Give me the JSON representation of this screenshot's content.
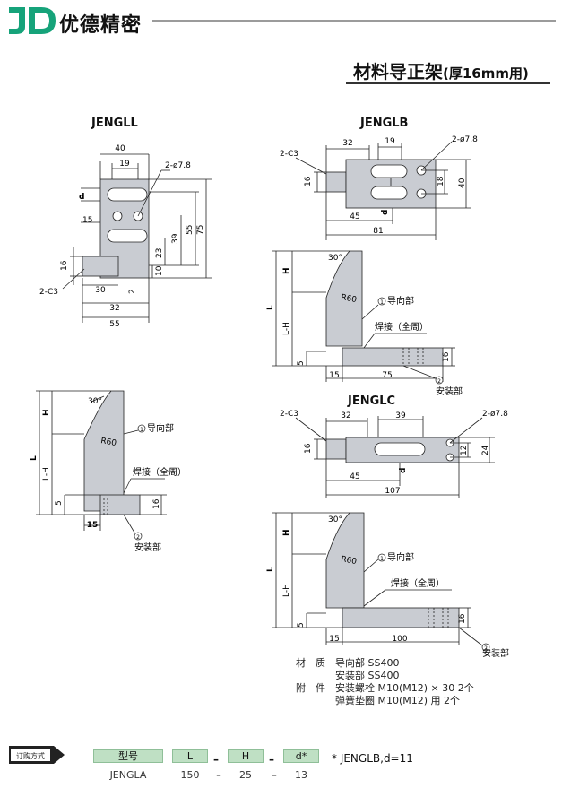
{
  "header": {
    "brand_name": "优德精密",
    "title_main": "材料导正架",
    "title_sub": "(厚16mm用)"
  },
  "models": {
    "jengll": "JENGLL",
    "jenglb": "JENGLB",
    "jenglc": "JENGLC"
  },
  "labels": {
    "chamfer": "2-C3",
    "hole": "2-ø7.8",
    "guide_part": "导向部",
    "weld": "焊接（全周）",
    "mount_part": "安装部",
    "radius": "R60",
    "angle": "30°",
    "callout_1": "1",
    "callout_2": "2"
  },
  "dims": {
    "d40": "40",
    "d19": "19",
    "d32": "32",
    "d15": "15",
    "d16": "16",
    "d30": "30",
    "d55": "55",
    "d39": "39",
    "d23": "23",
    "d10": "10",
    "d2": "2",
    "d75": "75",
    "d45": "45",
    "d81": "81",
    "d18": "18",
    "d5": "5",
    "d39b": "39",
    "d107": "107",
    "d12": "12",
    "d24": "24",
    "d100": "100",
    "d": "d",
    "H": "H",
    "L": "L",
    "LH": "L-H"
  },
  "specs": {
    "material_label": "材　质",
    "material_guide": "导向部 SS400",
    "material_mount": "安装部 SS400",
    "parts_label": "附　件",
    "parts_bolt": "安装螺栓  M10(M12) × 30  2个",
    "parts_washer": "弹簧垫圈  M10(M12) 用      2个"
  },
  "order": {
    "badge_text": "订购方式",
    "col_type": "型号",
    "col_L": "L",
    "col_H": "H",
    "col_d": "d*",
    "val_type": "JENGLA",
    "val_L": "150",
    "val_H": "25",
    "val_d": "13",
    "dash": "–",
    "note": "* JENGLB,d=11"
  },
  "colors": {
    "part_fill": "#c9ccd2",
    "brand_green": "#16a37a",
    "order_head_fill": "#bfe0c4"
  }
}
